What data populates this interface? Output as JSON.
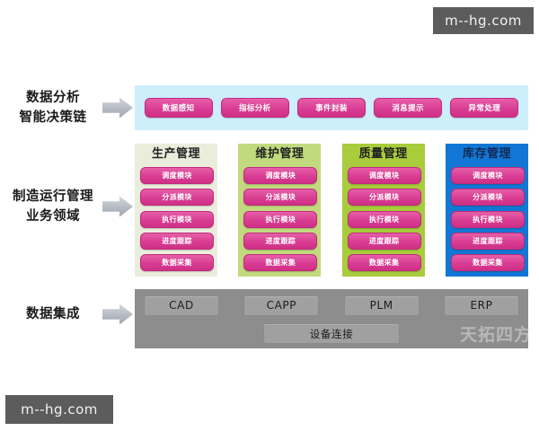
{
  "watermarks": {
    "top": "m--hg.com",
    "bottom": "m--hg.com",
    "faint": "天拓四方"
  },
  "row_labels": {
    "analytics": {
      "line1": "数据分析",
      "line2": "智能决策链"
    },
    "operations": {
      "line1": "制造运行管理",
      "line2": "业务领域"
    },
    "integration": {
      "line1": "数据集成",
      "line2": ""
    }
  },
  "analytics_band": {
    "background": "#cdeefb",
    "items": [
      {
        "label": "数据感知"
      },
      {
        "label": "指标分析"
      },
      {
        "label": "事件封装"
      },
      {
        "label": "消息提示"
      },
      {
        "label": "异常处理"
      }
    ]
  },
  "domains": [
    {
      "title": "生产管理",
      "color": "#eaeddc",
      "modules": [
        "调度模块",
        "分派模块",
        "执行模块",
        "进度跟踪",
        "数据采集"
      ]
    },
    {
      "title": "维护管理",
      "color": "#c2da7e",
      "modules": [
        "调度模块",
        "分派模块",
        "执行模块",
        "进度跟踪",
        "数据采集"
      ]
    },
    {
      "title": "质量管理",
      "color": "#a8cc3c",
      "modules": [
        "调度模块",
        "分派模块",
        "执行模块",
        "进度跟踪",
        "数据采集"
      ]
    },
    {
      "title": "库存管理",
      "color": "#1277d4",
      "modules": [
        "调度模块",
        "分派模块",
        "执行模块",
        "进度跟踪",
        "数据采集"
      ]
    }
  ],
  "integration_band": {
    "background": "#8d8d8d",
    "systems": [
      "CAD",
      "CAPP",
      "PLM",
      "ERP"
    ],
    "device_box": "设备连接"
  },
  "accents": {
    "pill": "#d93d93",
    "arrow": "#b7bcc4"
  }
}
